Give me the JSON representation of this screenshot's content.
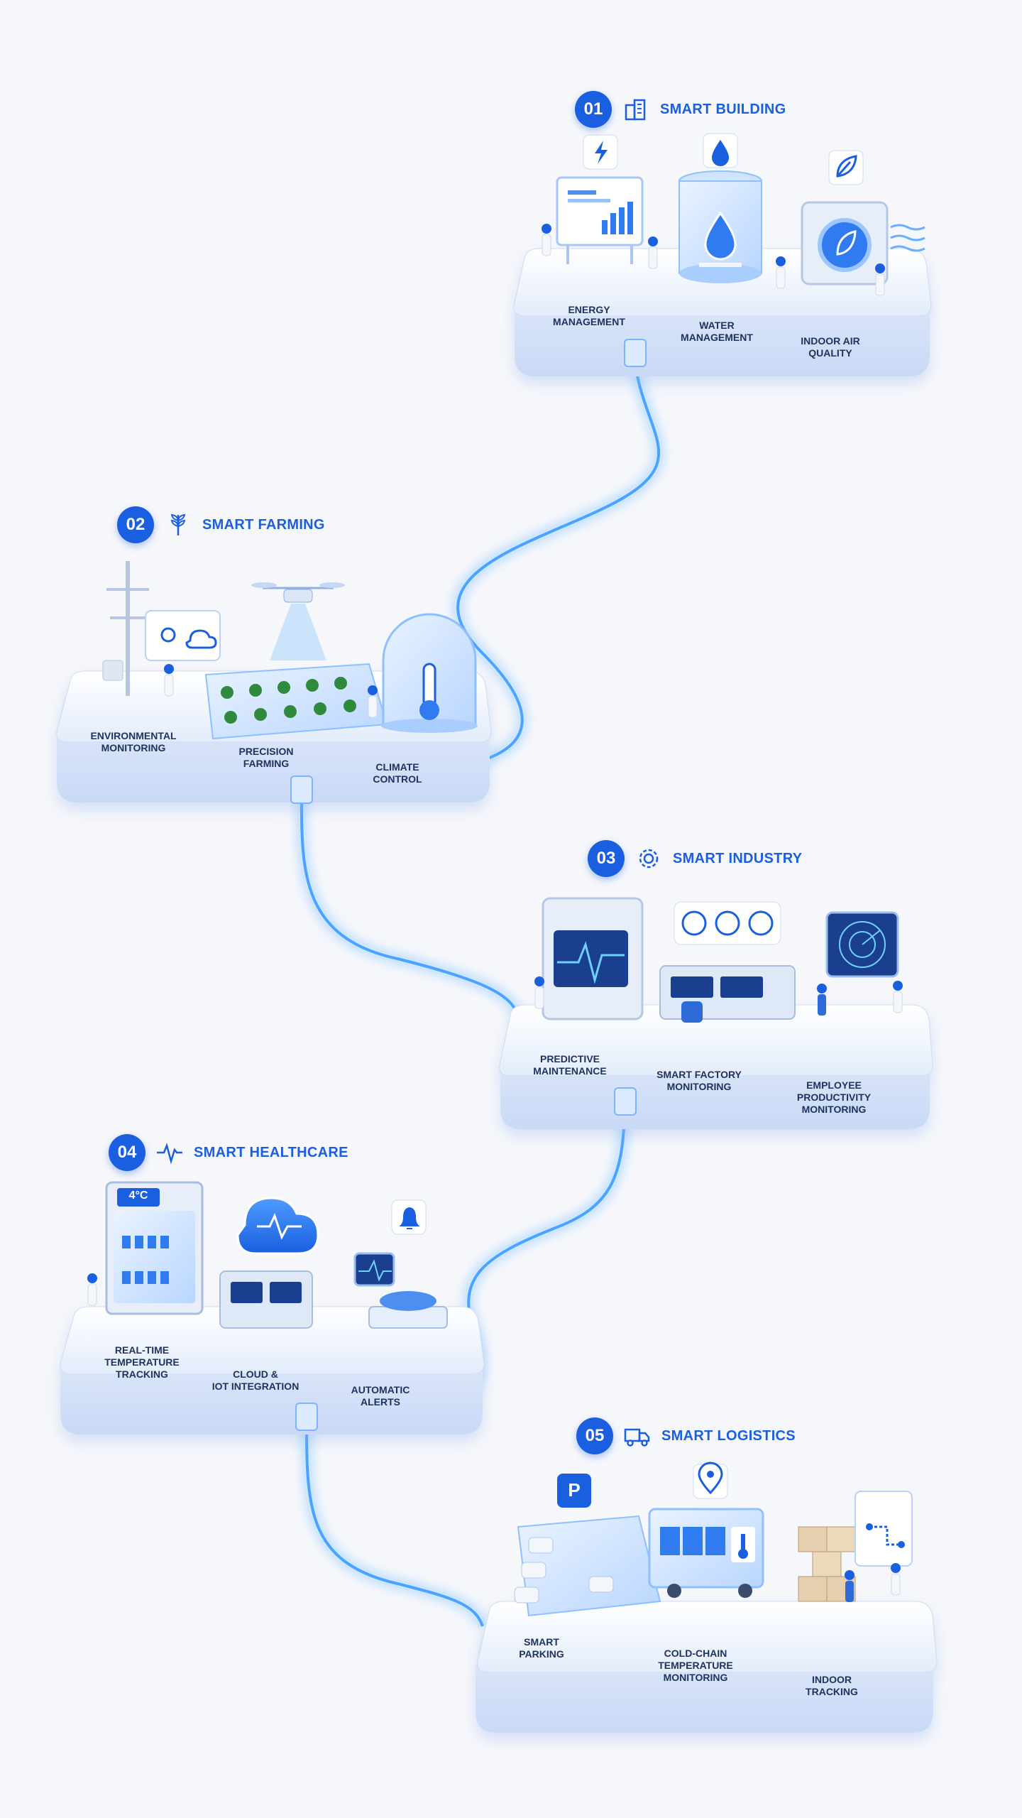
{
  "sections": [
    {
      "number": "01",
      "title": "SMART BUILDING",
      "icon": "building-icon",
      "items": [
        "ENERGY\nMANAGEMENT",
        "WATER\nMANAGEMENT",
        "INDOOR AIR\nQUALITY"
      ]
    },
    {
      "number": "02",
      "title": "SMART FARMING",
      "icon": "wheat-icon",
      "items": [
        "ENVIRONMENTAL\nMONITORING",
        "PRECISION\nFARMING",
        "CLIMATE\nCONTROL"
      ]
    },
    {
      "number": "03",
      "title": "SMART INDUSTRY",
      "icon": "gear-icon",
      "items": [
        "PREDICTIVE\nMAINTENANCE",
        "SMART FACTORY\nMONITORING",
        "EMPLOYEE\nPRODUCTIVITY\nMONITORING"
      ]
    },
    {
      "number": "04",
      "title": "SMART HEALTHCARE",
      "icon": "heartbeat-icon",
      "items": [
        "REAL-TIME\nTEMPERATURE\nTRACKING",
        "CLOUD &\nIOT INTEGRATION",
        "AUTOMATIC\nALERTS"
      ]
    },
    {
      "number": "05",
      "title": "SMART LOGISTICS",
      "icon": "truck-icon",
      "items": [
        "SMART\nPARKING",
        "COLD-CHAIN\nTEMPERATURE\nMONITORING",
        "INDOOR\nTRACKING"
      ]
    }
  ],
  "props": {
    "fridge_temp": "4°C",
    "parking_sign": "P"
  },
  "colors": {
    "accent": "#1a5fe0",
    "glow": "#5fb0ff",
    "platform": "#e6eefc"
  }
}
